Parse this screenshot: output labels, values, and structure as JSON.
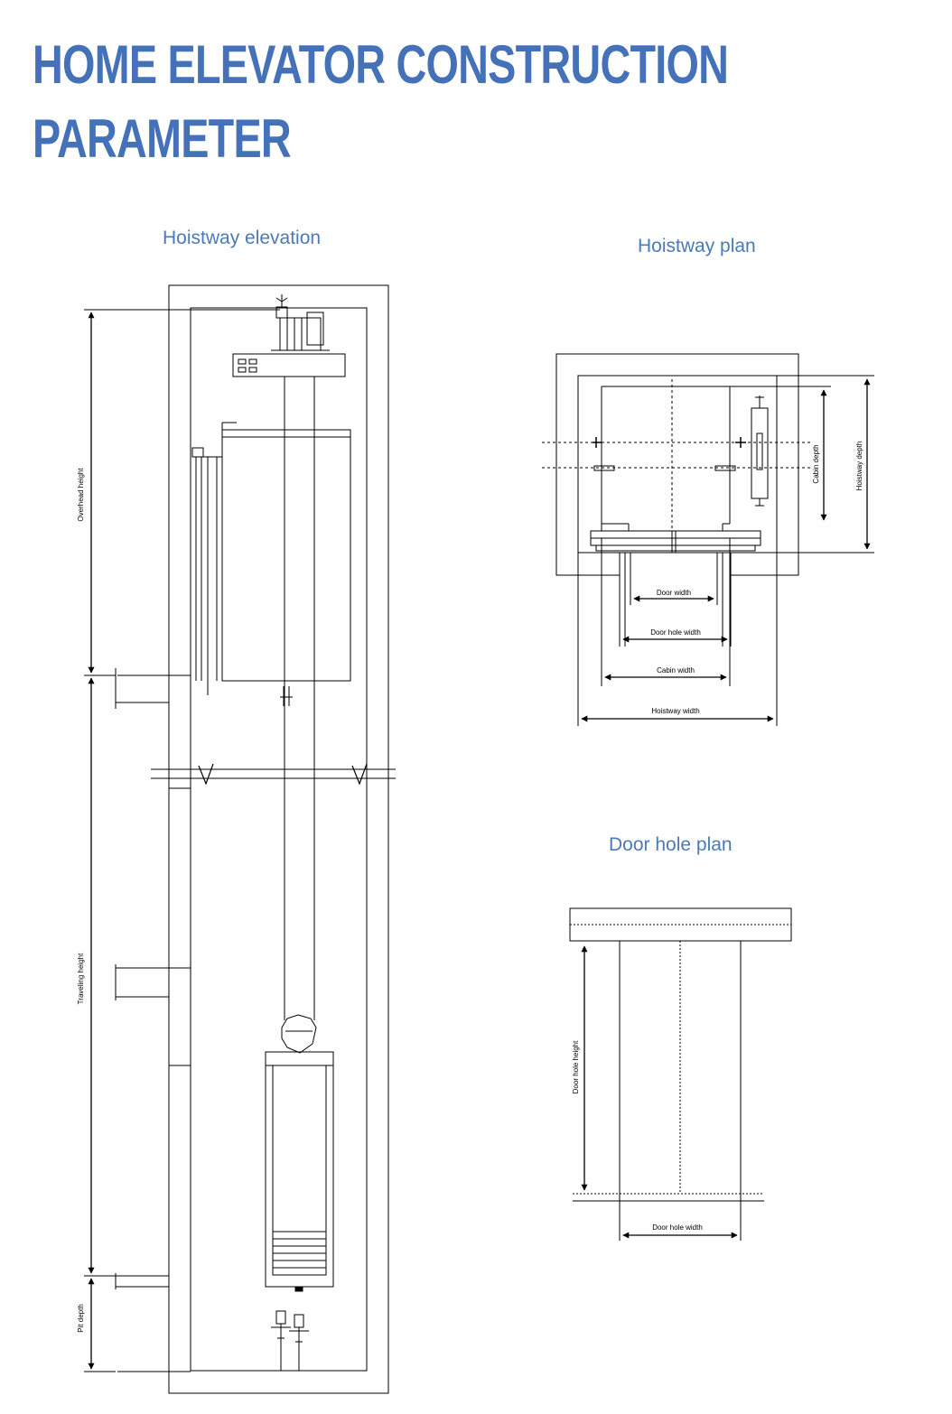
{
  "title": {
    "line1": "HOME ELEVATOR CONSTRUCTION",
    "line2": "PARAMETER"
  },
  "sections": {
    "elevation": "Hoistway elevation",
    "hoistway_plan": "Hoistway plan",
    "door_hole_plan": "Door hole plan"
  },
  "dimensions": {
    "overhead_height": "Overhead height",
    "traveling_height": "Traveling height",
    "pit_depth": "Pit depth",
    "cabin_depth": "Cabin depth",
    "hoistway_depth": "Hoistway depth",
    "door_width": "Door width",
    "door_hole_width": "Door hole width",
    "cabin_width": "Cabin width",
    "hoistway_width": "Hoistway width",
    "door_hole_height": "Door hole height"
  },
  "colors": {
    "title": "#4571b8",
    "section_title": "#4a7ab8",
    "line": "#000000"
  }
}
